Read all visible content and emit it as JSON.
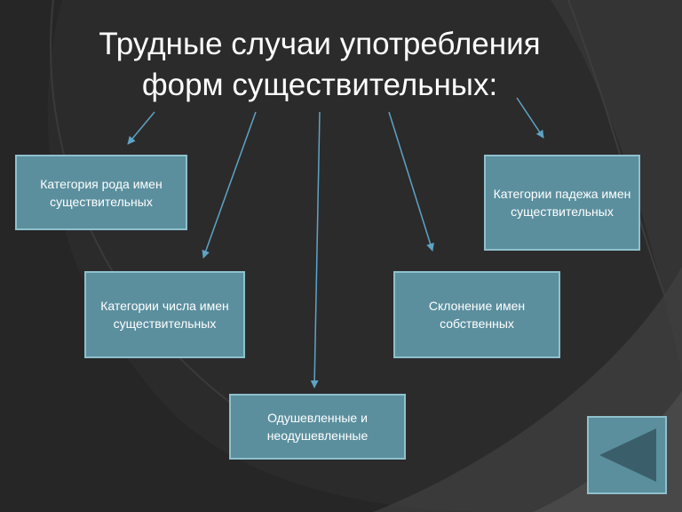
{
  "title": {
    "line1": "Трудные случаи употребления",
    "line2": "форм существительных:"
  },
  "boxes": {
    "gender": "Категория рода имен существительных",
    "number": "Категории числа имен существительных",
    "animate": "Одушевленные и неодушевленные",
    "proper": "Склонение имен собственных",
    "case": "Категории падежа имен существительных"
  },
  "colors": {
    "background": "#2a2a2b",
    "box_fill": "#5b8f9e",
    "box_border": "#8fc0cc",
    "arrow": "#5fa3c4",
    "text": "#ffffff"
  },
  "icons": {
    "back": "triangle-left-icon"
  }
}
